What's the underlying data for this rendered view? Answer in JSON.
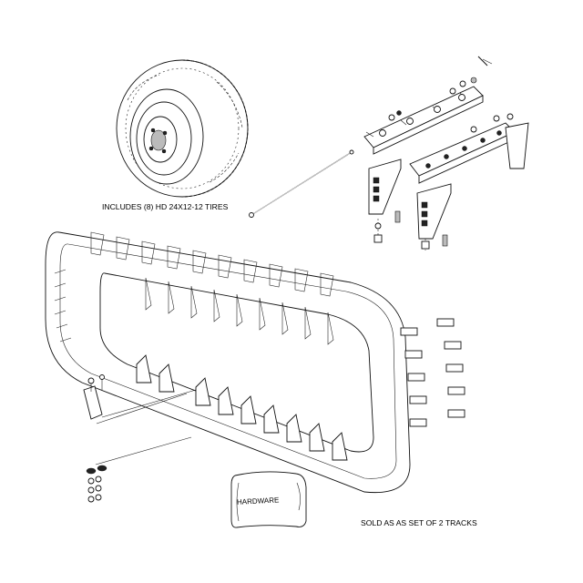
{
  "tire_label": "INCLUDES (8) HD 24X12-12 TIRES",
  "bag_label": "HARDWARE",
  "set_label": "SOLD AS AS SET OF 2 TRACKS"
}
